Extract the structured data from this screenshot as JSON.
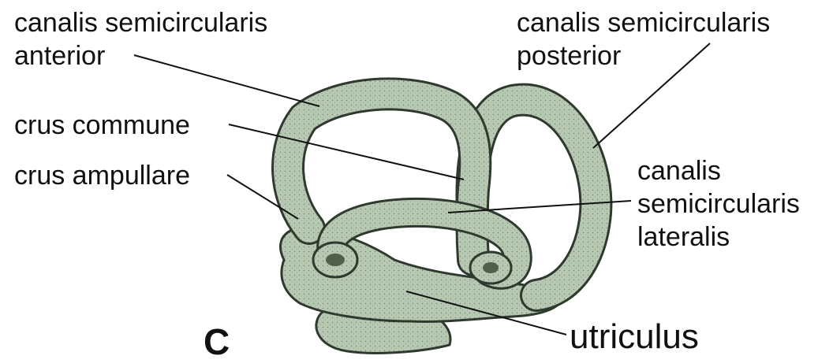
{
  "panel_letter": "C",
  "colors": {
    "organ_fill": "#b7c9b3",
    "organ_shade": "#8fa58b",
    "outline": "#2e3a2e",
    "text": "#111111"
  },
  "labels": {
    "anterior": [
      "canalis semicircularis",
      "anterior"
    ],
    "posterior": [
      "canalis semicircularis",
      "posterior"
    ],
    "crus_commune": "crus commune",
    "crus_ampullare": "crus ampullare",
    "lateralis": [
      "canalis",
      "semicircularis",
      "lateralis"
    ],
    "utriculus": "utriculus"
  }
}
